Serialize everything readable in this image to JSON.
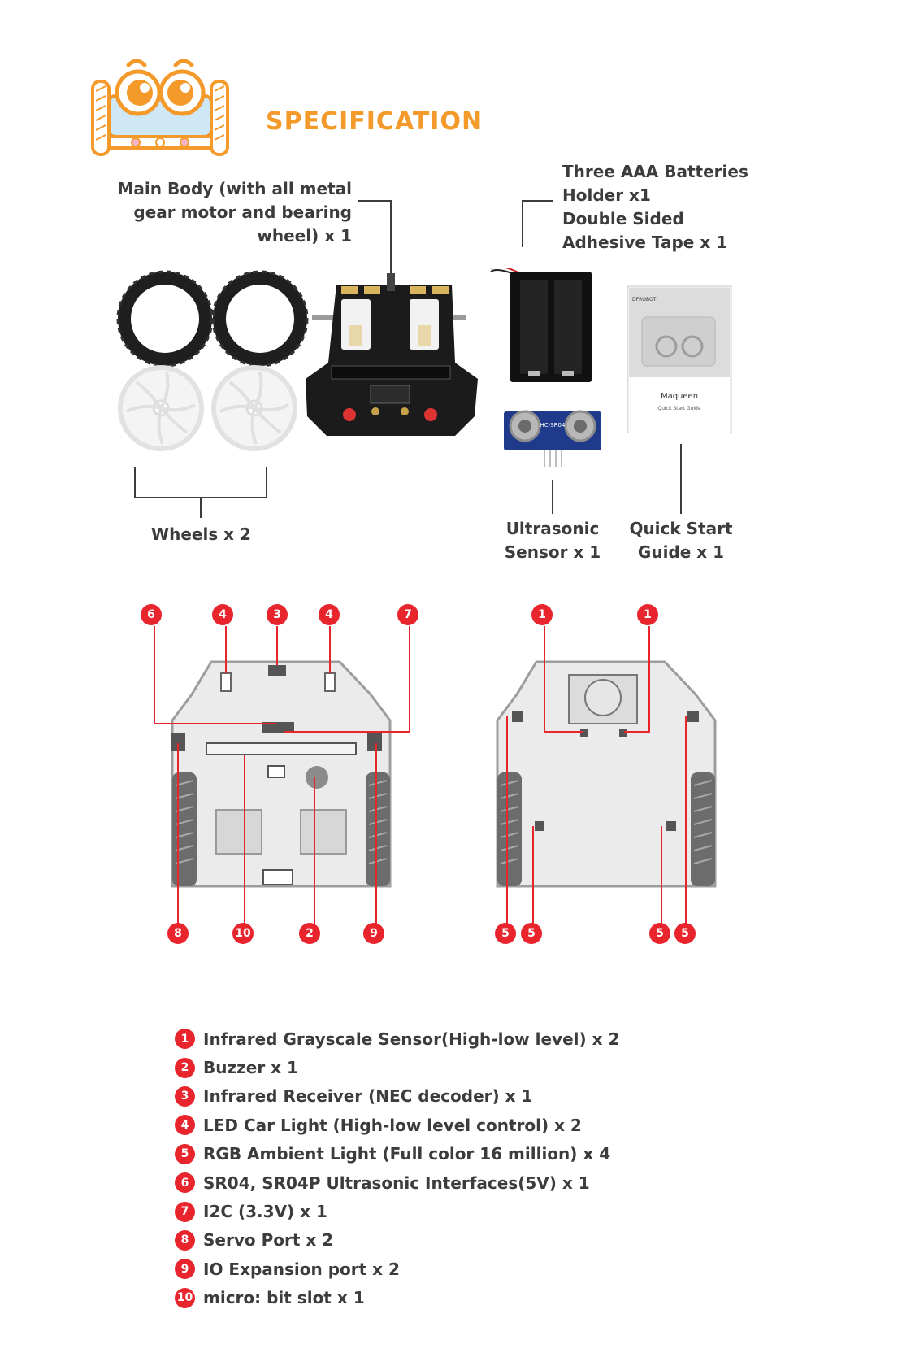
{
  "header": {
    "title": "SPECIFICATION"
  },
  "kit": {
    "main_body_lines": [
      "Main Body (with all metal",
      "gear motor and bearing",
      "wheel) x 1"
    ],
    "battery_lines": [
      "Three AAA Batteries",
      "Holder x1",
      "Double Sided",
      "Adhesive Tape x 1"
    ],
    "wheels_label": "Wheels x 2",
    "ultrasonic_lines": [
      "Ultrasonic",
      "Sensor x 1"
    ],
    "guide_lines": [
      "Quick Start",
      "Guide x 1"
    ],
    "guide_book": {
      "brand": "DFROBOT",
      "title": "Maqueen",
      "subtitle": "Quick Start Guide"
    },
    "sensor_module": "HC-SR04"
  },
  "callouts": {
    "top_front": [
      "6",
      "4",
      "3",
      "4",
      "7"
    ],
    "bottom_front": [
      "8",
      "10",
      "2",
      "9"
    ],
    "top_back": [
      "1",
      "1"
    ],
    "bottom_back": [
      "5",
      "5",
      "5",
      "5"
    ]
  },
  "legend": [
    {
      "num": "1",
      "text": "Infrared Grayscale Sensor(High-low level) x 2"
    },
    {
      "num": "2",
      "text": "Buzzer x 1"
    },
    {
      "num": "3",
      "text": "Infrared Receiver (NEC decoder) x 1"
    },
    {
      "num": "4",
      "text": "LED Car Light (High-low level control) x 2"
    },
    {
      "num": "5",
      "text": "RGB Ambient Light (Full color 16 million) x 4"
    },
    {
      "num": "6",
      "text": "SR04, SR04P Ultrasonic Interfaces(5V) x 1"
    },
    {
      "num": "7",
      "text": "I2C (3.3V) x 1"
    },
    {
      "num": "8",
      "text": "Servo Port x 2"
    },
    {
      "num": "9",
      "text": "IO Expansion port x 2"
    },
    {
      "num": "10",
      "text": "micro: bit slot x 1"
    }
  ],
  "colors": {
    "accent": "#f39a2b",
    "callout": "#e8242d",
    "text": "#3c3c3c"
  }
}
